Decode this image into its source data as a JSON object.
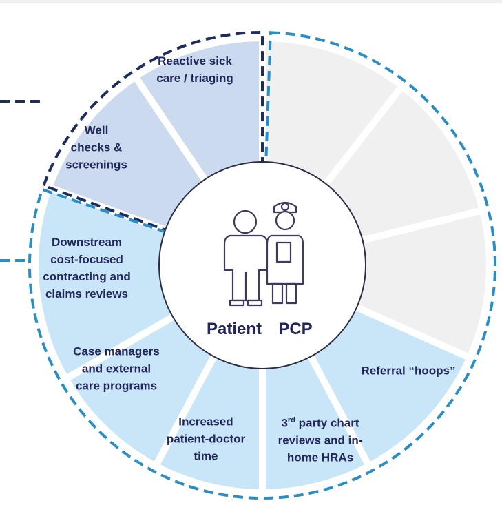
{
  "diagram": {
    "segments": [
      {
        "key": "reactive",
        "lines": [
          "Reactive sick",
          "care / triaging"
        ],
        "group": "navy",
        "fill": "#ccdaf0"
      },
      {
        "key": "well",
        "lines": [
          "Well",
          "checks &",
          "screenings"
        ],
        "group": "navy",
        "fill": "#ccdaf0"
      },
      {
        "key": "downstream",
        "lines": [
          "Downstream",
          "cost-focused",
          "contracting and",
          "claims reviews"
        ],
        "group": "blue",
        "fill": "#c8e6f8"
      },
      {
        "key": "case",
        "lines": [
          "Case managers",
          "and external",
          "care programs"
        ],
        "group": "blue",
        "fill": "#c8e6f8"
      },
      {
        "key": "time",
        "lines": [
          "Increased",
          "patient-doctor",
          "time"
        ],
        "group": "blue",
        "fill": "#c8e6f8"
      },
      {
        "key": "chart",
        "lines": [
          "3rd party chart",
          "reviews and in-",
          "home HRAs"
        ],
        "group": "blue",
        "fill": "#c8e6f8"
      },
      {
        "key": "referral",
        "lines": [
          "Referral “hoops”"
        ],
        "group": "blue",
        "fill": "#c8e6f8"
      },
      {
        "key": "gray1",
        "lines": [],
        "group": "blue",
        "fill": "#f0f0f0"
      },
      {
        "key": "gray2",
        "lines": [],
        "group": "blue",
        "fill": "#f0f0f0"
      },
      {
        "key": "gray3",
        "lines": [],
        "group": "blue",
        "fill": "#f0f0f0"
      }
    ],
    "center": {
      "patient_label": "Patient",
      "pcp_label": "PCP"
    },
    "colors": {
      "navy": "#1f2d5c",
      "blue": "#2a8ec5",
      "text": "#22265a",
      "center_stroke": "#2b2d45"
    }
  }
}
